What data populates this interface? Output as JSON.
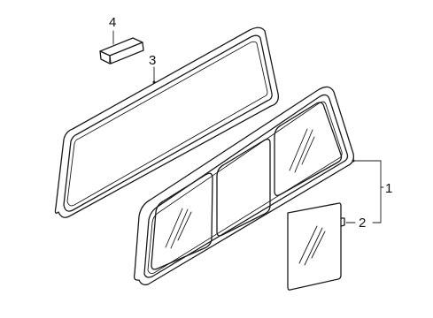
{
  "callouts": {
    "item1": "1",
    "item2": "2",
    "item3": "3",
    "item4": "4"
  },
  "colors": {
    "line": "#1a1a1a",
    "background": "#ffffff"
  }
}
